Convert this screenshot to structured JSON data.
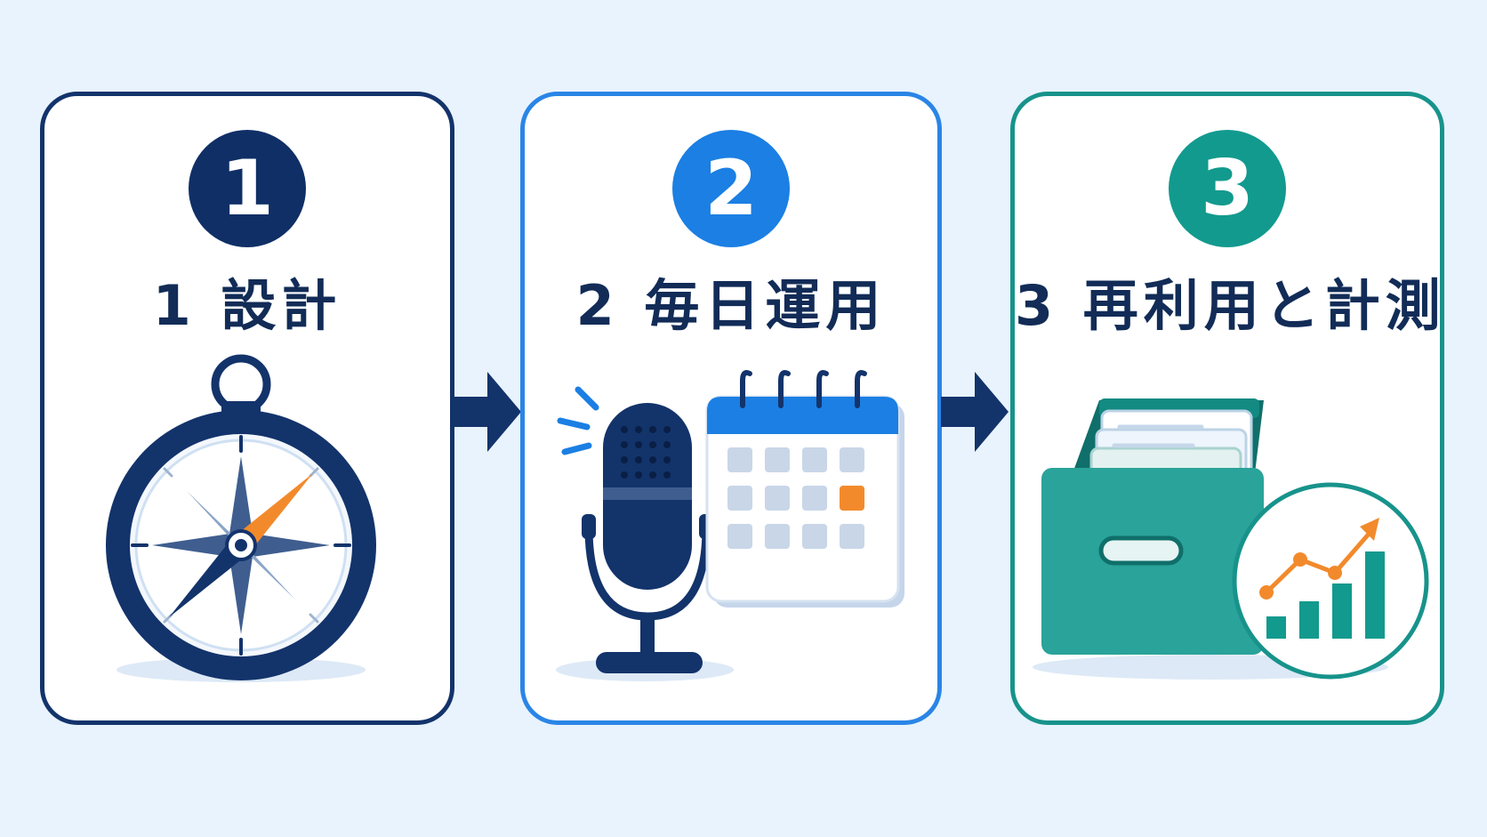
{
  "steps": [
    {
      "badge": "1",
      "label": "1 設計",
      "icon": "compass-icon"
    },
    {
      "badge": "2",
      "label": "2 毎日運用",
      "icon": "microphone-calendar-icon"
    },
    {
      "badge": "3",
      "label": "3 再利用と計測",
      "icon": "file-box-chart-icon"
    }
  ],
  "colors": {
    "step1": "#13336b",
    "step2": "#2a85e6",
    "step3": "#17938b",
    "accent": "#f28a2c",
    "arrow": "#13336b"
  }
}
